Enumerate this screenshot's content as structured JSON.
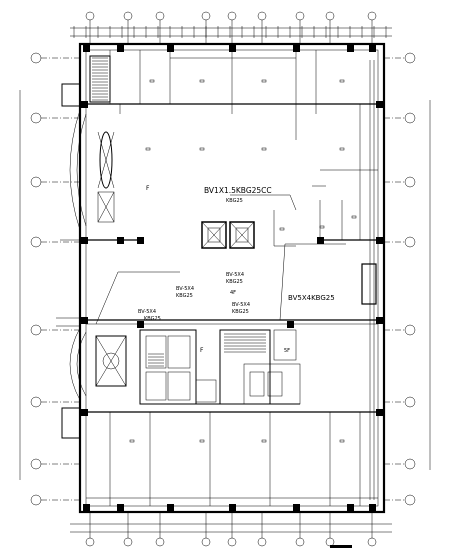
{
  "annotations": {
    "center_cable_spec": "BV1X1.5KBG25CC",
    "right_cable_spec": "BV5X4KBG25",
    "small_label_1": "BV-5X4",
    "small_label_2": "KBG25",
    "small_label_3": "BV-5X4",
    "small_label_4": "KBG25",
    "small_label_5": "BV-5X4",
    "small_label_6": "KBG25",
    "small_label_7": "BV-5X4",
    "small_label_8": "KBG25",
    "small_label_9": "KBG25",
    "room_label_a": "F",
    "room_label_b": "F",
    "room_label_c": "4F",
    "room_label_d": "5F"
  }
}
